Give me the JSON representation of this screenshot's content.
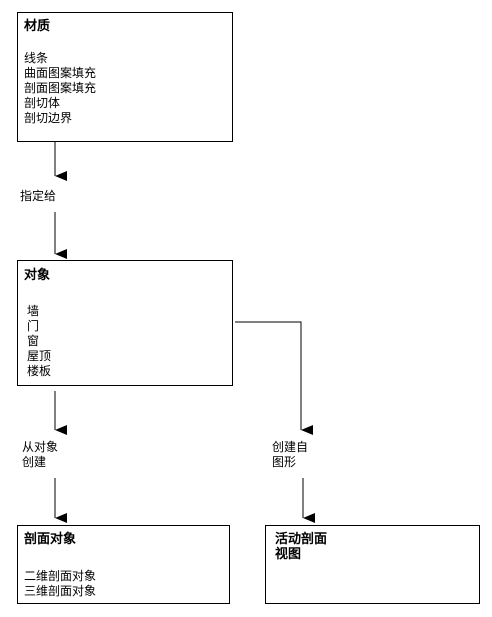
{
  "material": {
    "title": "材质",
    "items": [
      "线条",
      "曲面图案填充",
      "剖面图案填充",
      "剖切体",
      "剖切边界"
    ]
  },
  "assign_label": "指定给",
  "objects": {
    "title": "对象",
    "items": [
      "墙",
      "门",
      "窗",
      "屋顶",
      "楼板"
    ]
  },
  "from_object_create": {
    "line1": "从对象",
    "line2": "创建"
  },
  "create_from_shape": {
    "line1": "创建自",
    "line2": "图形"
  },
  "section_objects": {
    "title": "剖面对象",
    "items": [
      "二维剖面对象",
      "三维剖面对象"
    ]
  },
  "live_section": {
    "title_line1": "活动剖面",
    "title_line2": "视图"
  }
}
